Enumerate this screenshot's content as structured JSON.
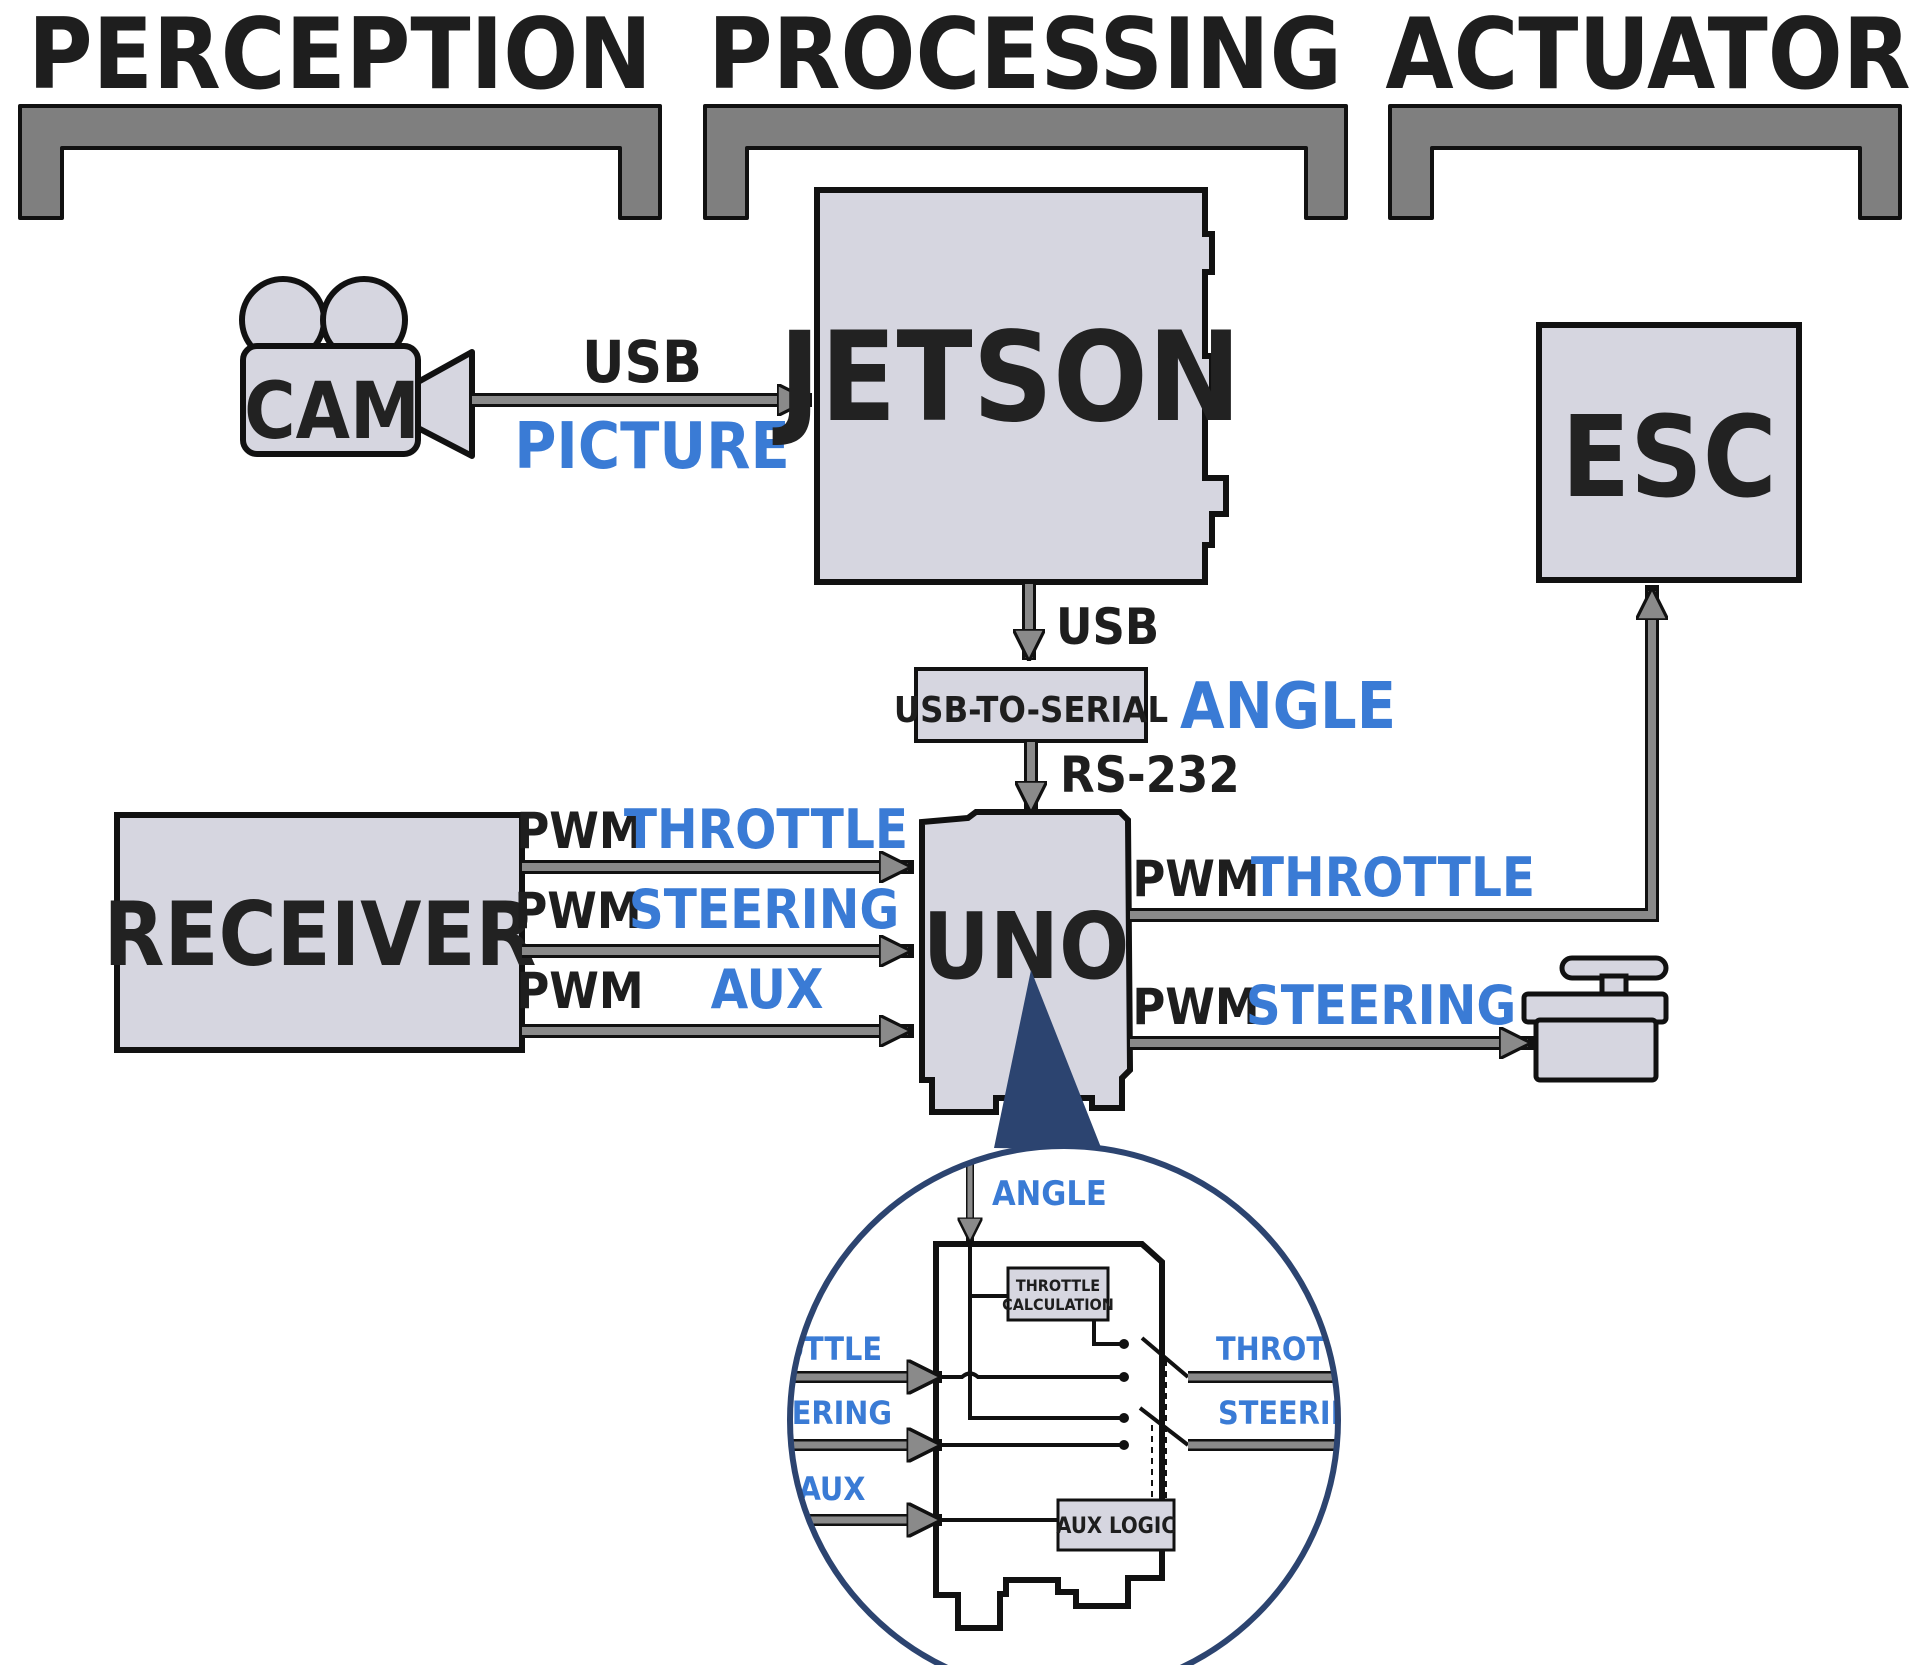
{
  "sections": {
    "perception": "PERCEPTION",
    "processing": "PROCESSING",
    "actuator": "ACTUATOR"
  },
  "components": {
    "cam": "CAM",
    "jetson": "JETSON",
    "esc": "ESC",
    "usb_to_serial": "USB-TO-SERIAL",
    "receiver": "RECEIVER",
    "uno": "UNO"
  },
  "links": {
    "cam_to_jetson": {
      "protocol": "USB",
      "data": "PICTURE"
    },
    "jetson_to_serial": {
      "protocol": "USB",
      "data": "ANGLE"
    },
    "serial_to_uno": {
      "protocol": "RS-232"
    },
    "receiver_throttle": {
      "protocol": "PWM",
      "data": "THROTTLE"
    },
    "receiver_steering": {
      "protocol": "PWM",
      "data": "STEERING"
    },
    "receiver_aux": {
      "protocol": "PWM",
      "data": "AUX"
    },
    "uno_to_esc": {
      "protocol": "PWM",
      "data": "THROTTLE"
    },
    "uno_to_servo": {
      "protocol": "PWM",
      "data": "STEERING"
    }
  },
  "detail": {
    "angle": "ANGLE",
    "throttle_calc_line1": "THROTTLE",
    "throttle_calc_line2": "CALCULATION",
    "aux_logic": "AUX LOGIC",
    "in_throttle": "THROTTLE",
    "in_steering": "STEERING",
    "in_aux": "AUX",
    "out_throttle": "THROTTLE",
    "out_steering": "STEERING"
  },
  "colors": {
    "accent_blue": "#3a7bd5",
    "box_fill": "#d6d6e0",
    "arrow_gray": "#8a8a8a",
    "zoom_navy": "#2c4470"
  }
}
